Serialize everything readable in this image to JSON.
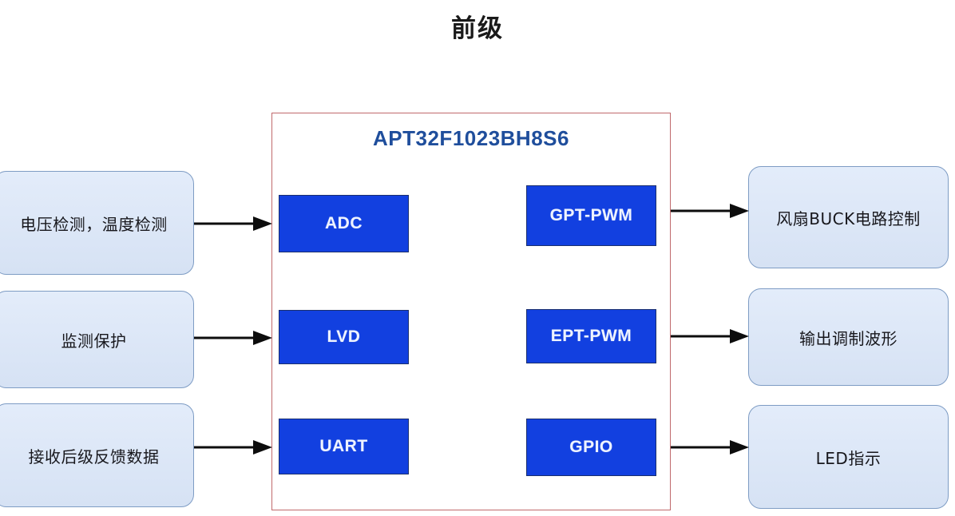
{
  "title": "前级",
  "mcu": {
    "part_number": "APT32F1023BH8S6",
    "border_color": "#c0696c",
    "title_color": "#1f4e9c",
    "peripherals": [
      {
        "id": "adc",
        "label": "ADC",
        "column": "left",
        "row": 1
      },
      {
        "id": "lvd",
        "label": "LVD",
        "column": "left",
        "row": 2
      },
      {
        "id": "uart",
        "label": "UART",
        "column": "left",
        "row": 3
      },
      {
        "id": "gpt-pwm",
        "label": "GPT-PWM",
        "column": "right",
        "row": 1
      },
      {
        "id": "ept-pwm",
        "label": "EPT-PWM",
        "column": "right",
        "row": 2
      },
      {
        "id": "gpio",
        "label": "GPIO",
        "column": "right",
        "row": 3
      }
    ],
    "peripheral_fill": "#1240e0",
    "peripheral_text_color": "#eef3ff"
  },
  "inputs": [
    {
      "id": "voltage-temp",
      "label": "电压检测，温度检测",
      "target": "ADC"
    },
    {
      "id": "monitor-prot",
      "label": "监测保护",
      "target": "LVD"
    },
    {
      "id": "feedback-data",
      "label": "接收后级反馈数据",
      "target": "UART"
    }
  ],
  "outputs": [
    {
      "id": "fan-buck",
      "label": "风扇BUCK电路控制",
      "source": "GPT-PWM"
    },
    {
      "id": "waveform",
      "label": "输出调制波形",
      "source": "EPT-PWM"
    },
    {
      "id": "led",
      "label": "LED指示",
      "source": "GPIO"
    }
  ],
  "colors": {
    "background": "#ffffff",
    "sidebox_fill": "#dde7f7",
    "sidebox_border": "#7e9cc4",
    "arrow": "#0d0d0d",
    "title_text": "#1a1a1a"
  },
  "arrows": {
    "in_1": "input-arrow-voltage-temp-to-adc",
    "in_2": "input-arrow-monitor-prot-to-lvd",
    "in_3": "input-arrow-feedback-data-to-uart",
    "out_1": "output-arrow-gpt-pwm-to-fan-buck",
    "out_2": "output-arrow-ept-pwm-to-waveform",
    "out_3": "output-arrow-gpio-to-led"
  }
}
